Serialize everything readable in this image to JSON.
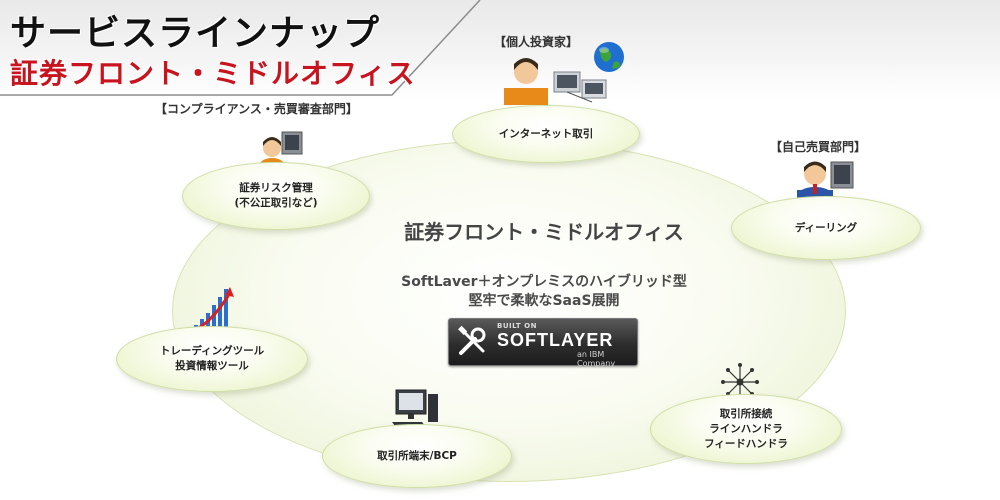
{
  "header": {
    "title": "サービスラインナップ",
    "subtitle": "証券フロント・ミドルオフィス"
  },
  "diagram": {
    "center_title": "証券フロント・ミドルオフィス",
    "center_line1": "SoftLaver＋オンプレミスのハイブリッド型",
    "center_line2": "堅牢で柔軟なSaaS展開",
    "badge": {
      "built_on": "BUILT ON",
      "name": "SOFTLAYER",
      "company": "an IBM Company"
    },
    "categories": {
      "individual": "【個人投資家】",
      "compliance": "【コンプライアンス・売買審査部門】",
      "dealing": "【自己売買部門】"
    },
    "nodes": {
      "internet": [
        "インターネット取引"
      ],
      "risk": [
        "証券リスク管理",
        "(不公正取引など)"
      ],
      "dealing": [
        "ディーリング"
      ],
      "trading": [
        "トレーディングツール",
        "投資情報ツール"
      ],
      "terminal": [
        "取引所端末/BCP"
      ],
      "exchange": [
        "取引所接続",
        "ラインハンドラ",
        "フィードハンドラ"
      ]
    }
  }
}
